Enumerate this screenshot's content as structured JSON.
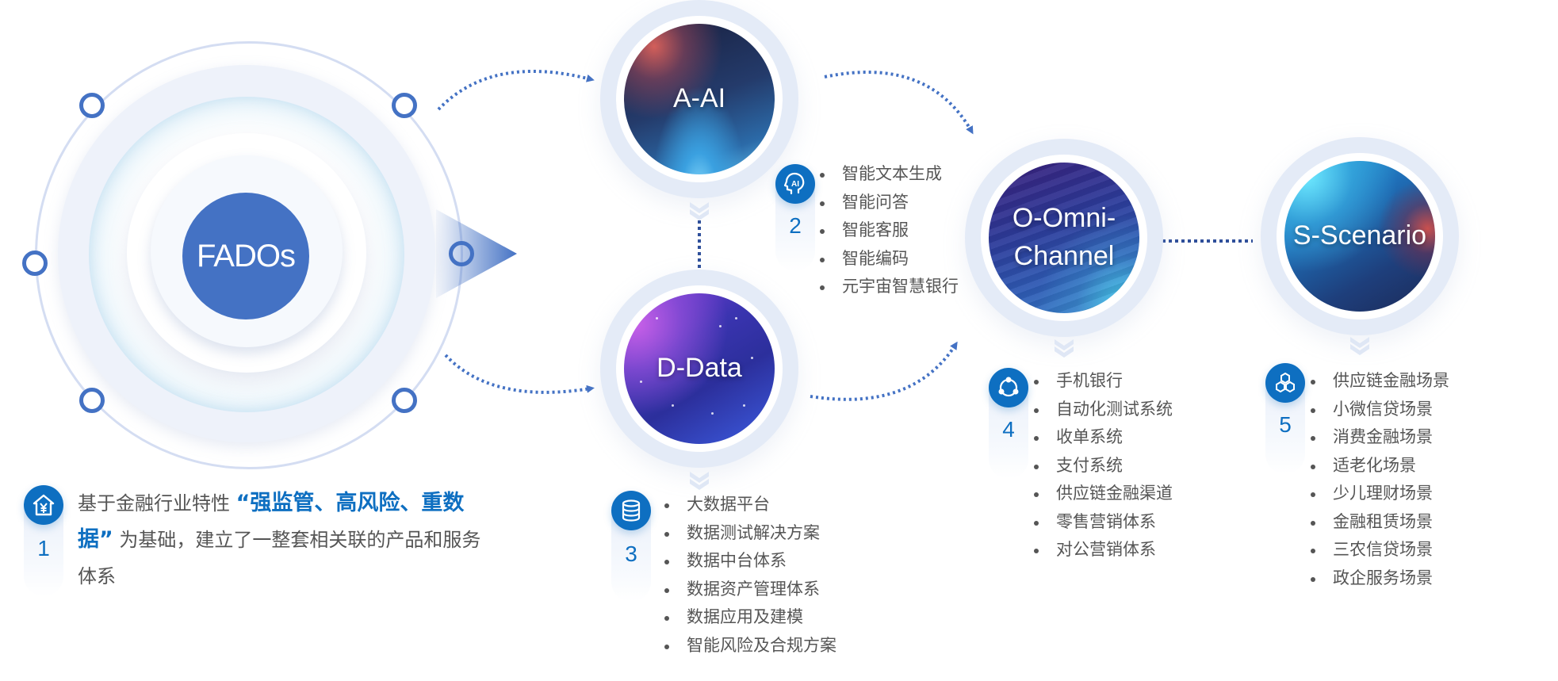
{
  "diagram": {
    "hub": {
      "label": "FADOs"
    },
    "nodes": [
      {
        "id": "ai",
        "label": "A-AI"
      },
      {
        "id": "data",
        "label": "D-Data"
      },
      {
        "id": "omni",
        "label_line1": "O-Omni-",
        "label_line2": "Channel"
      },
      {
        "id": "scenario",
        "label": "S-Scenario"
      }
    ]
  },
  "sections": {
    "s1": {
      "number": "1",
      "icon": "house-yuan-icon",
      "text_before": "基于金融行业特性",
      "highlight": "“强监管、高风险、重数据”",
      "text_after": "为基础，建立了一整套相关联的产品和服务体系"
    },
    "s2": {
      "number": "2",
      "icon": "ai-head-icon",
      "items": [
        "智能文本生成",
        "智能问答",
        "智能客服",
        "智能编码",
        "元宇宙智慧银行"
      ]
    },
    "s3": {
      "number": "3",
      "icon": "database-icon",
      "items": [
        "大数据平台",
        "数据测试解决方案",
        "数据中台体系",
        "数据资产管理体系",
        "数据应用及建模",
        "智能风险及合规方案"
      ]
    },
    "s4": {
      "number": "4",
      "icon": "share-network-icon",
      "items": [
        "手机银行",
        "自动化测试系统",
        "收单系统",
        "支付系统",
        "供应链金融渠道",
        "零售营销体系",
        "对公营销体系"
      ]
    },
    "s5": {
      "number": "5",
      "icon": "hexagons-icon",
      "items": [
        "供应链金融场景",
        "小微信贷场景",
        "消费金融场景",
        "适老化场景",
        "少儿理财场景",
        "金融租赁场景",
        "三农信贷场景",
        "政企服务场景"
      ]
    }
  },
  "colors": {
    "primary": "#4472c4",
    "accent": "#0e6fc1",
    "text": "#555555",
    "ring": "#e4ebf7"
  }
}
